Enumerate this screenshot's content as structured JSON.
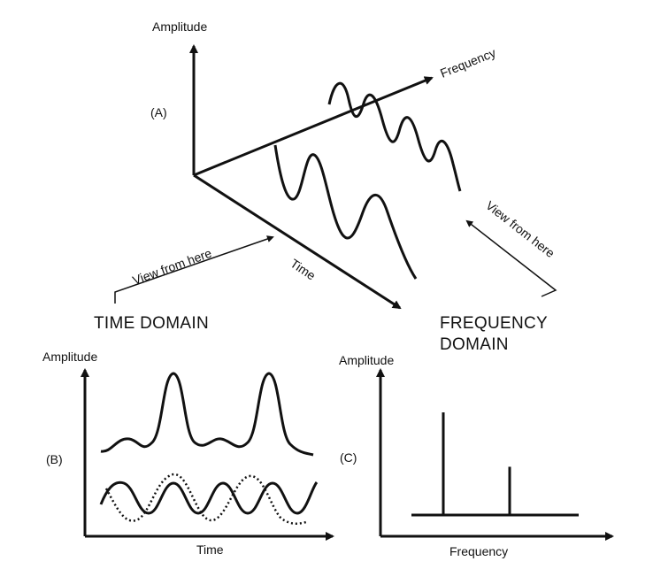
{
  "panel_a": {
    "label": "(A)",
    "amplitude_axis": "Amplitude",
    "frequency_axis": "Frequency",
    "time_axis": "Time",
    "view_left": "View from here",
    "view_right": "View from here",
    "time_domain": "TIME DOMAIN",
    "frequency_domain_line1": "FREQUENCY",
    "frequency_domain_line2": "DOMAIN"
  },
  "panel_b": {
    "label": "(B)",
    "y_axis": "Amplitude",
    "x_axis": "Time"
  },
  "panel_c": {
    "label": "(C)",
    "y_axis": "Amplitude",
    "x_axis": "Frequency",
    "spectral_lines": [
      {
        "relative_amplitude": 1.0
      },
      {
        "relative_amplitude": 0.47
      }
    ]
  }
}
